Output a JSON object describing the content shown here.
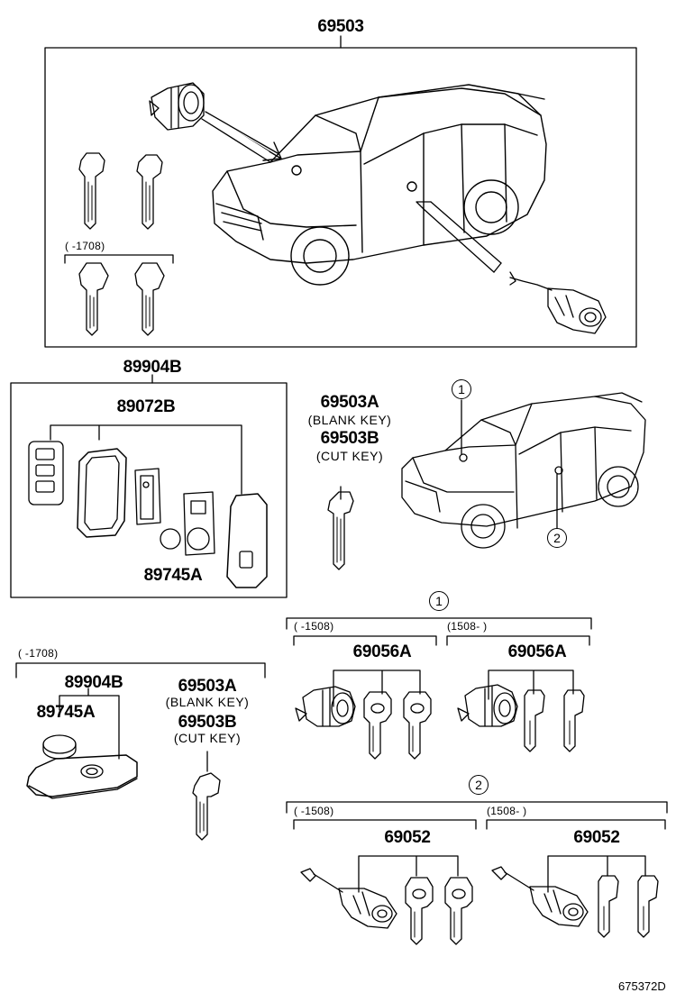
{
  "parts": {
    "top_assembly": "69503",
    "transmitter_assembly": "89904B",
    "transmitter_housing": "89072B",
    "battery": "89745A",
    "blank_key": "69503A",
    "blank_key_note": "(BLANK KEY)",
    "cut_key": "69503B",
    "cut_key_note": "(CUT KEY)",
    "transmitter_assembly_2": "89904B",
    "battery_2": "89745A",
    "blank_key_2": "69503A",
    "blank_key_note_2": "(BLANK KEY)",
    "cut_key_2": "69503B",
    "cut_key_note_2": "(CUT KEY)",
    "lock_set_1a": "69056A",
    "lock_set_1b": "69056A",
    "lock_set_2a": "69052",
    "lock_set_2b": "69052"
  },
  "date_ranges": {
    "top_keys": "(      -1708)",
    "old_transmitter": "(      -1708)",
    "set1_early": "(      -1508)",
    "set1_late": "(1508-        )",
    "set2_early": "(      -1508)",
    "set2_late": "(1508-        )"
  },
  "callouts": {
    "c1": "1",
    "c2": "2",
    "c1_group": "1",
    "c2_group": "2"
  },
  "diagram_id": "675372D"
}
